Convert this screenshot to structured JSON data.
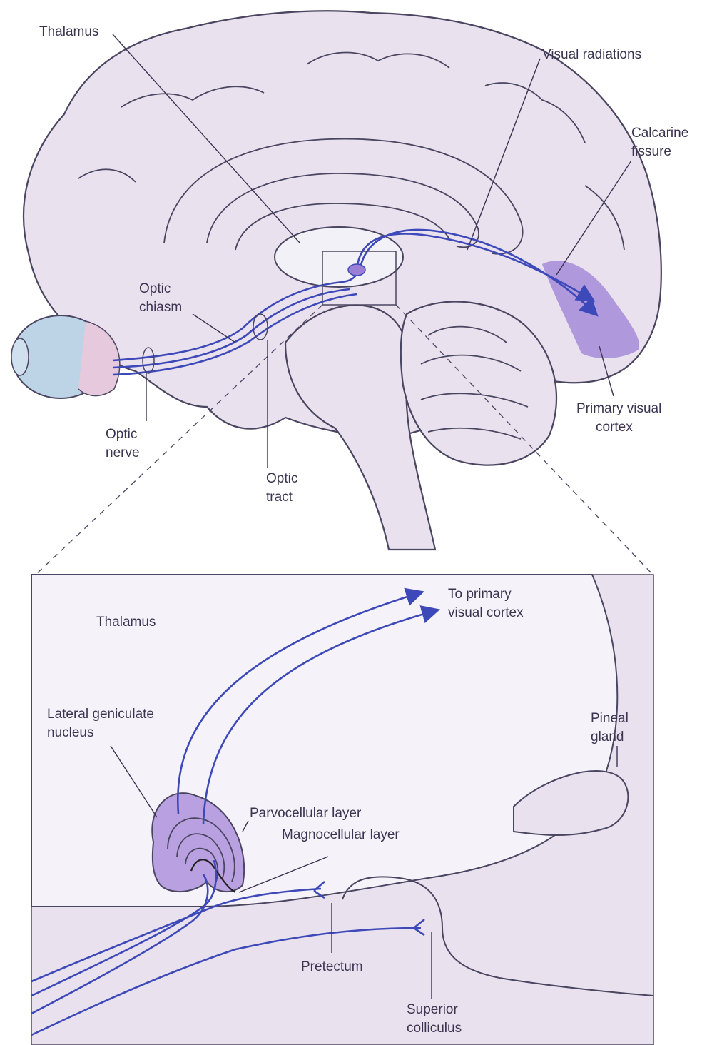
{
  "top_labels": {
    "thalamus": "Thalamus",
    "visual_radiations": "Visual radiations",
    "calcarine": [
      "Calcarine",
      "fissure"
    ],
    "optic_chiasm": [
      "Optic",
      "chiasm"
    ],
    "optic_nerve": [
      "Optic",
      "nerve"
    ],
    "optic_tract": [
      "Optic",
      "tract"
    ],
    "primary_visual_cortex": [
      "Primary visual",
      "cortex"
    ]
  },
  "inset_labels": {
    "thalamus": "Thalamus",
    "to_cortex": [
      "To primary",
      "visual cortex"
    ],
    "lgn": [
      "Lateral geniculate",
      "nucleus"
    ],
    "pineal": [
      "Pineal",
      "gland"
    ],
    "parvo": "Parvocellular layer",
    "magno": "Magnocellular layer",
    "pretectum": "Pretectum",
    "superior_colliculus": [
      "Superior",
      "colliculus"
    ]
  },
  "colors": {
    "brain_fill": "#e9e1ee",
    "thalamus_fill": "#f3f1f8",
    "pathway_blue": "#3d49b8",
    "cortex_violet": "#9b7fd6",
    "eye_blue": "#bdd3e6"
  }
}
